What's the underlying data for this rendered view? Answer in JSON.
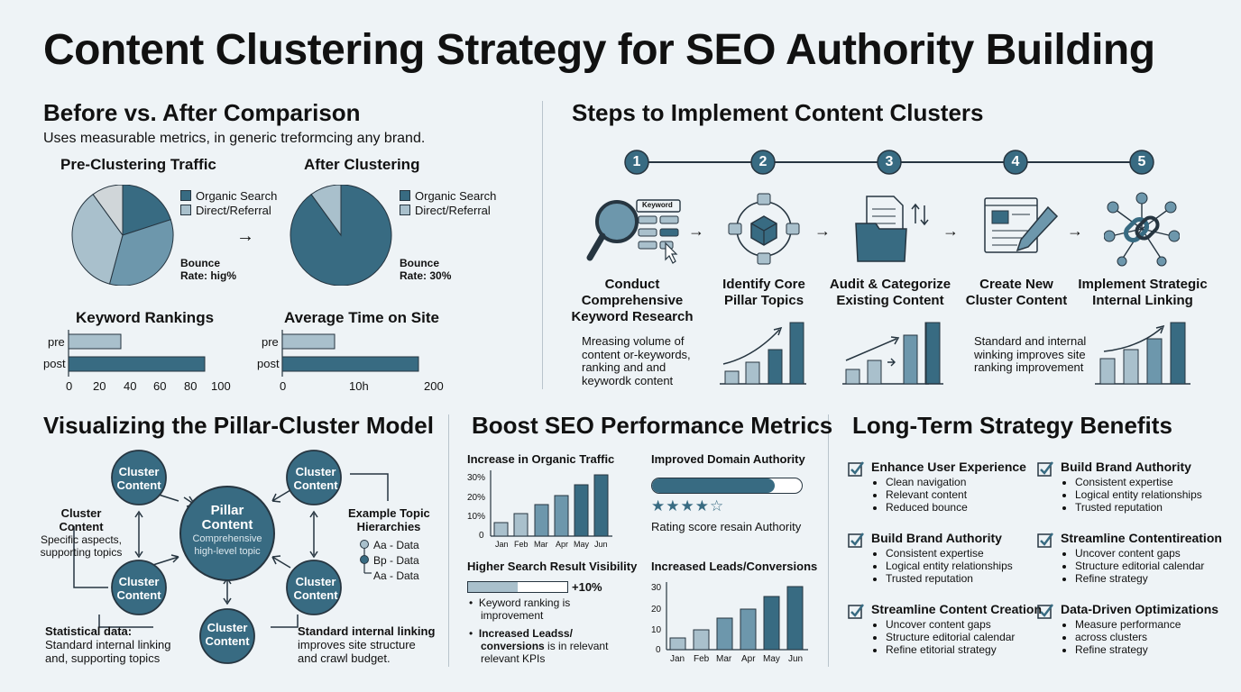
{
  "title": "Content Clustering Strategy for SEO Authority Building",
  "comparison": {
    "heading": "Before vs. After Comparison",
    "subtitle": "Uses measurable metrics, in generic treformcing any brand.",
    "pre_pie": {
      "title": "Pre-Clustering Traffic",
      "legend": [
        "Organic Search",
        "Direct/Referral"
      ],
      "bounce": "Bounce",
      "rate": "Rate: hig%"
    },
    "after_pie": {
      "title": "After Clustering",
      "legend": [
        "Organic Search",
        "Direct/Referral"
      ],
      "bounce": "Bounce",
      "rate": "Rate: 30%"
    },
    "arrow": "→",
    "keyword": {
      "title": "Keyword Rankings",
      "cats": [
        "pre",
        "post"
      ],
      "ticks": [
        "0",
        "20",
        "40",
        "60",
        "80",
        "100"
      ]
    },
    "time": {
      "title": "Average Time on Site",
      "cats": [
        "pre",
        "post"
      ],
      "ticks": [
        "0",
        "10h",
        "200"
      ]
    }
  },
  "steps": {
    "heading": "Steps to Implement Content Clusters",
    "numbers": [
      "1",
      "2",
      "3",
      "4",
      "5"
    ],
    "labels": [
      [
        "Conduct",
        "Comprehensive",
        "Keyword Research"
      ],
      [
        "Identify Core",
        "Pillar Topics"
      ],
      [
        "Audit & Categorize",
        "Existing Content"
      ],
      [
        "Create New",
        "Cluster Content"
      ],
      [
        "Implement Strategic",
        "Internal Linking"
      ]
    ],
    "keyword_tag": "Keyword",
    "note1": [
      "Mreasing volume of",
      "content or-keywords,",
      "ranking and and",
      "keywordk content"
    ],
    "note2": [
      "Standard and internal",
      "winking improves site",
      "ranking improvement"
    ]
  },
  "model": {
    "heading": "Visualizing the Pillar-Cluster Model",
    "pillar": {
      "title": [
        "Pillar",
        "Content"
      ],
      "sub": [
        "Comprehensive",
        "high-level topic"
      ]
    },
    "cluster_label": [
      "Cluster",
      "Content"
    ],
    "left_note": {
      "title": [
        "Cluster",
        "Content"
      ],
      "body": [
        "Specific aspects,",
        "supporting topics"
      ]
    },
    "right_note": {
      "title": [
        "Example Topic",
        "Hierarchies"
      ],
      "items": [
        "Aa - Data",
        "Bp - Data",
        "Aa - Data"
      ]
    },
    "bottom_left": {
      "title": "Statistical data:",
      "body": [
        "Standard internal linking",
        "and, supporting topics"
      ]
    },
    "bottom_right": {
      "title": "Standard internal linking",
      "body": [
        "improves site structure",
        "and crawl budget."
      ]
    }
  },
  "metrics": {
    "heading": "Boost SEO Performance Metrics",
    "organic": {
      "title": "Increase in Organic Traffic",
      "months": [
        "Jan",
        "Feb",
        "Mar",
        "Apr",
        "May",
        "Jun"
      ],
      "yticks": [
        "30%",
        "20%",
        "10%",
        "0"
      ]
    },
    "authority": {
      "title": "Improved Domain Authority",
      "progress": 0.82,
      "stars": "★★★★☆",
      "caption": "Rating score resain Authority"
    },
    "visibility": {
      "title": "Higher Search Result Visibility",
      "progress": 0.5,
      "value": "+10%",
      "b1": [
        "Keyword ranking is",
        "improvement"
      ],
      "b2_bold": [
        "Increased Leadss/",
        "conversions"
      ],
      "b2_rest": [
        " is in relevant",
        "relevant KPIs"
      ]
    },
    "leads": {
      "title": "Increased Leads/Conversions",
      "months": [
        "Jan",
        "Feb",
        "Mar",
        "Apr",
        "May",
        "Jun"
      ],
      "yticks": [
        "30",
        "20",
        "10",
        "0"
      ]
    }
  },
  "benefits": {
    "heading": "Long-Term Strategy Benefits",
    "items": [
      {
        "title": "Enhance User Experience",
        "bullets": [
          "Clean navigation",
          "Relevant content",
          "Reduced bounce"
        ]
      },
      {
        "title": "Build Brand Authority",
        "bullets": [
          "Consistent expertise",
          "Logical entity relationships",
          "Trusted reputation"
        ]
      },
      {
        "title": "Build Brand Authority",
        "bullets": [
          "Consistent expertise",
          "Logical entity relationships",
          "Trusted reputation"
        ]
      },
      {
        "title": "Streamline Contentireation",
        "bullets": [
          "Uncover content gaps",
          "Structure editorial calendar",
          "Refine strategy"
        ]
      },
      {
        "title": "Streamline Content Creation",
        "bullets": [
          "Uncover content gaps",
          "Structure editorial calendar",
          "Refine etitorial strategy"
        ]
      },
      {
        "title": "Data-Driven Optimizations",
        "bullets": [
          "Measure performance",
          "across clusters",
          "Refine strategy"
        ]
      }
    ]
  },
  "colors": {
    "dark": "#386b82",
    "mid": "#6d97ac",
    "light": "#a9c0cc",
    "pale": "#d0d6d9",
    "stroke": "#263540"
  }
}
